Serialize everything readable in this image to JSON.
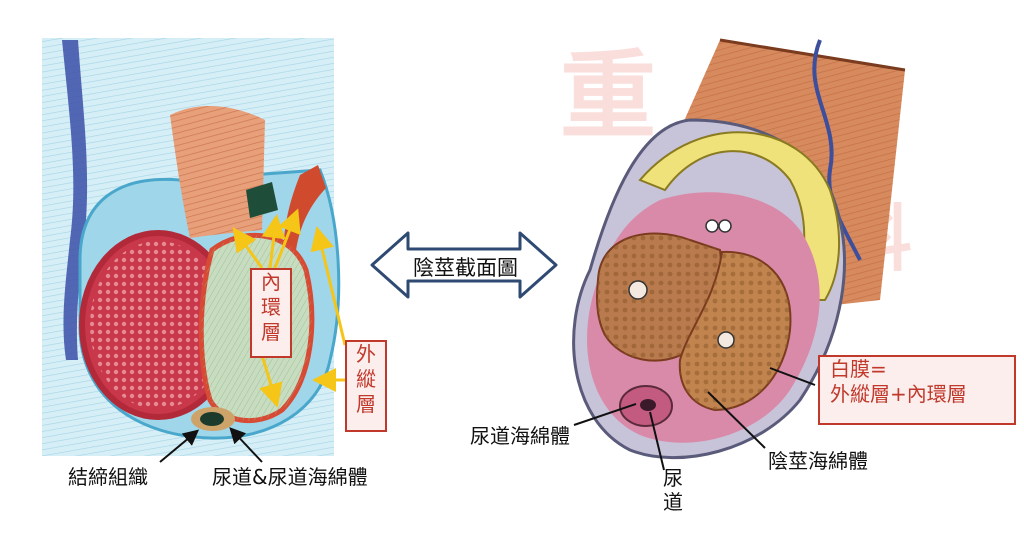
{
  "center_label": "陰莖截面圖",
  "left_figure": {
    "inner_ring_label": [
      "內",
      "環",
      "層"
    ],
    "outer_long_label": [
      "外",
      "縱",
      "層"
    ],
    "connective_tissue_label": "結締組織",
    "urethra_label": "尿道&尿道海綿體"
  },
  "right_figure": {
    "tunica_label": [
      "白膜=",
      "外縱層+內環層"
    ],
    "spongiosum_label": "尿道海綿體",
    "urethra_label": [
      "尿",
      "道"
    ],
    "cavernosum_label": "陰莖海綿體"
  },
  "watermark": [
    "重",
    "科"
  ],
  "colors": {
    "accent_red": "#c0392b",
    "arrow_yellow": "#f5c518",
    "skin_blue": "#7ec8e3",
    "tissue_red": "#c9374a",
    "muscle_orange": "#d9825b"
  }
}
